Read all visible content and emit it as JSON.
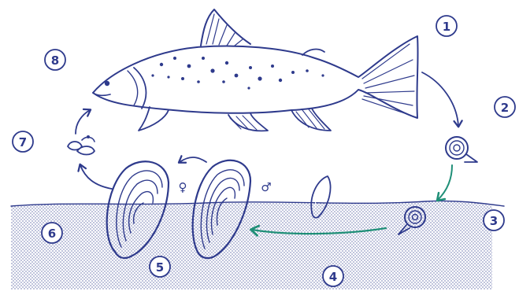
{
  "colors": {
    "ink": "#2e3a8c",
    "accent_arrow": "#1f8f77",
    "sediment": "#b9bfd4",
    "background": "#ffffff"
  },
  "stages": [
    {
      "label": "1"
    },
    {
      "label": "2"
    },
    {
      "label": "3"
    },
    {
      "label": "4"
    },
    {
      "label": "5"
    },
    {
      "label": "6"
    },
    {
      "label": "7"
    },
    {
      "label": "8"
    }
  ],
  "symbols": {
    "female": "♀",
    "male": "♂"
  },
  "icons": [
    "trout-fish-icon",
    "glochidium-larva-icon",
    "juvenile-mussel-icon",
    "female-mussel-icon",
    "male-mussel-icon",
    "released-larvae-icon"
  ]
}
